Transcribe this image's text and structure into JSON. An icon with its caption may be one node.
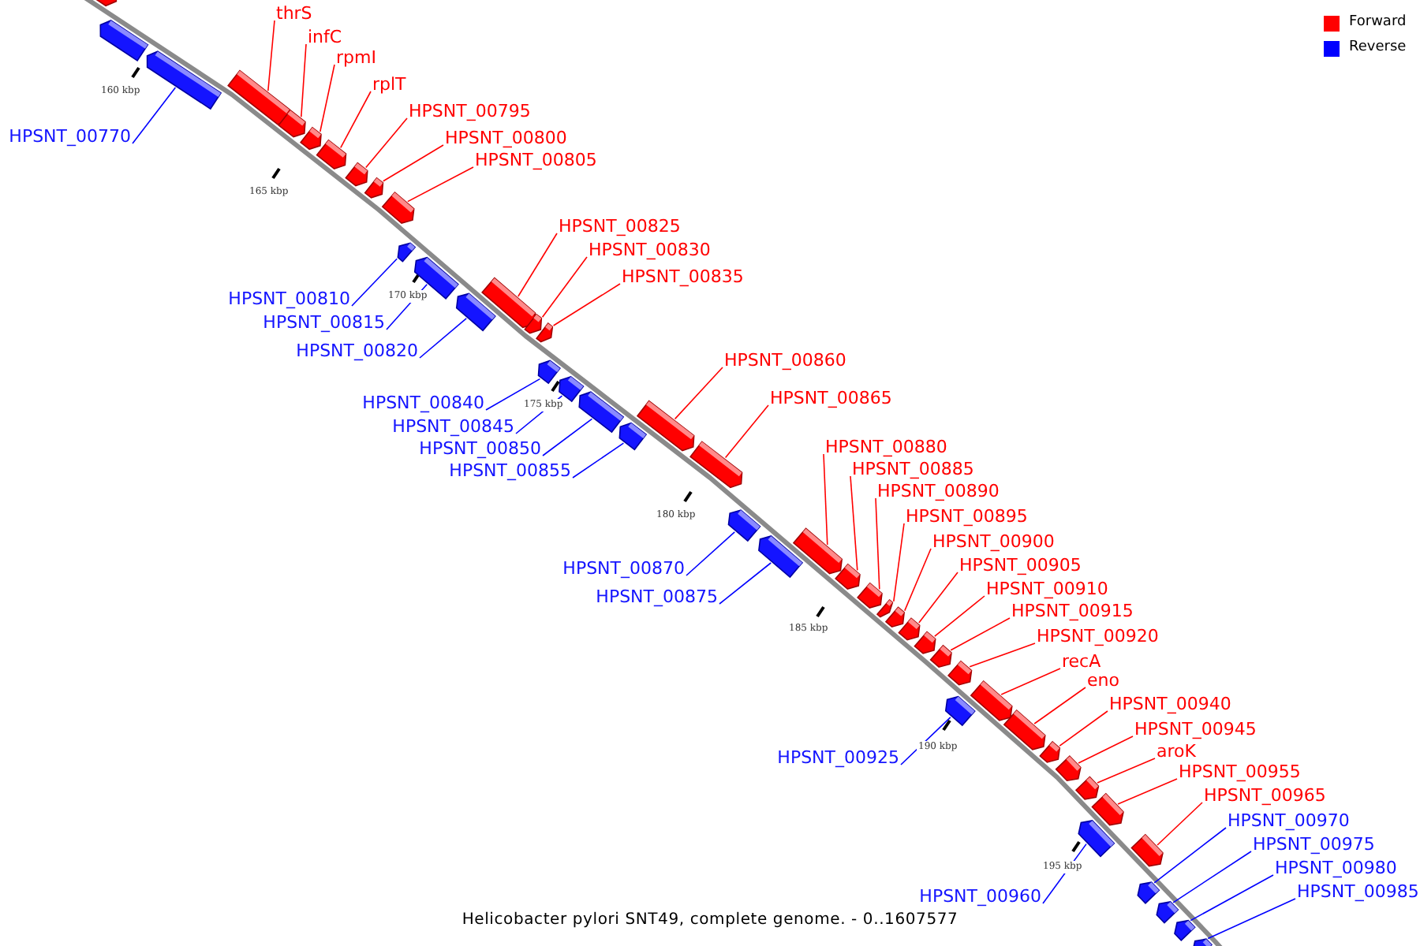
{
  "diagram": {
    "caption": "Helicobacter pylori SNT49, complete genome. - 0..1607577",
    "nodes": [
      {
        "text": [],
        "shape": "pentagon"
      },
      {
        "text": [],
        "shape": "pentagon"
      },
      {
        "text": [
          "HPSNT_00770"
        ]
      },
      {
        "text": [],
        "shape": "pentagon"
      },
      {
        "text": [
          "thrS"
        ]
      },
      {
        "text": [],
        "shape": "pentagon"
      },
      {
        "text": [
          "infC"
        ]
      },
      {
        "text": [],
        "shape": "pentagon"
      },
      {
        "text": [
          "rpmI"
        ]
      },
      {
        "text": [],
        "shape": "pentagon"
      },
      {
        "text": [
          "rplT"
        ]
      },
      {
        "text": [],
        "shape": "pentagon"
      },
      {
        "text": [
          "HPSNT_00795"
        ]
      },
      {
        "text": [],
        "shape": "pentagon"
      },
      {
        "text": [
          "HPSNT_00800"
        ]
      },
      {
        "text": [],
        "shape": "pentagon"
      },
      {
        "text": [
          "HPSNT_00805"
        ]
      },
      {
        "text": [],
        "shape": "pentagon"
      },
      {
        "text": [
          "HPSNT_00810"
        ]
      },
      {
        "text": [],
        "shape": "pentagon"
      },
      {
        "text": [
          "HPSNT_00815"
        ]
      },
      {
        "text": [],
        "shape": "pentagon"
      },
      {
        "text": [
          "HPSNT_00820"
        ]
      },
      {
        "text": [],
        "shape": "pentagon"
      },
      {
        "text": [
          "HPSNT_00825"
        ]
      },
      {
        "text": [],
        "shape": "pentagon"
      },
      {
        "text": [
          "HPSNT_00830"
        ]
      },
      {
        "text": [],
        "shape": "pentagon"
      },
      {
        "text": [
          "HPSNT_00835"
        ]
      },
      {
        "text": [],
        "shape": "pentagon"
      },
      {
        "text": [
          "HPSNT_00840"
        ]
      },
      {
        "text": [],
        "shape": "pentagon"
      },
      {
        "text": [
          "HPSNT_00845"
        ]
      },
      {
        "text": [],
        "shape": "pentagon"
      },
      {
        "text": [
          "HPSNT_00850"
        ]
      },
      {
        "text": [],
        "shape": "pentagon"
      },
      {
        "text": [
          "HPSNT_00855"
        ]
      },
      {
        "text": [],
        "shape": "pentagon"
      },
      {
        "text": [
          "HPSNT_00860"
        ]
      },
      {
        "text": [],
        "shape": "pentagon"
      },
      {
        "text": [
          "HPSNT_00865"
        ]
      },
      {
        "text": [],
        "shape": "pentagon"
      },
      {
        "text": [
          "HPSNT_00870"
        ]
      },
      {
        "text": [],
        "shape": "pentagon"
      },
      {
        "text": [
          "HPSNT_00875"
        ]
      },
      {
        "text": [],
        "shape": "pentagon"
      },
      {
        "text": [
          "HPSNT_00880"
        ]
      },
      {
        "text": [],
        "shape": "pentagon"
      },
      {
        "text": [
          "HPSNT_00885"
        ]
      },
      {
        "text": [],
        "shape": "pentagon"
      },
      {
        "text": [
          "HPSNT_00890"
        ]
      },
      {
        "text": [],
        "shape": "pentagon"
      },
      {
        "text": [
          "HPSNT_00895"
        ]
      },
      {
        "text": [],
        "shape": "pentagon"
      },
      {
        "text": [
          "HPSNT_00900"
        ]
      },
      {
        "text": [],
        "shape": "pentagon"
      },
      {
        "text": [
          "HPSNT_00905"
        ]
      },
      {
        "text": [],
        "shape": "pentagon"
      },
      {
        "text": [
          "HPSNT_00910"
        ]
      },
      {
        "text": [],
        "shape": "pentagon"
      },
      {
        "text": [
          "HPSNT_00915"
        ]
      },
      {
        "text": [],
        "shape": "pentagon"
      },
      {
        "text": [
          "HPSNT_00920"
        ]
      },
      {
        "text": [],
        "shape": "pentagon"
      },
      {
        "text": [
          "HPSNT_00925"
        ]
      },
      {
        "text": [],
        "shape": "pentagon"
      },
      {
        "text": [
          "recA"
        ]
      },
      {
        "text": [],
        "shape": "pentagon"
      },
      {
        "text": [
          "eno"
        ]
      },
      {
        "text": [],
        "shape": "pentagon"
      },
      {
        "text": [
          "HPSNT_00940"
        ]
      },
      {
        "text": [],
        "shape": "pentagon"
      },
      {
        "text": [
          "HPSNT_00945"
        ]
      },
      {
        "text": [],
        "shape": "pentagon"
      },
      {
        "text": [
          "aroK"
        ]
      },
      {
        "text": [],
        "shape": "pentagon"
      },
      {
        "text": [
          "HPSNT_00955"
        ]
      },
      {
        "text": [],
        "shape": "pentagon"
      },
      {
        "text": [
          "HPSNT_00960"
        ]
      },
      {
        "text": [],
        "shape": "pentagon"
      },
      {
        "text": [
          "HPSNT_00965"
        ]
      },
      {
        "text": [],
        "shape": "pentagon"
      },
      {
        "text": [
          "HPSNT_00970"
        ]
      },
      {
        "text": [],
        "shape": "pentagon"
      },
      {
        "text": [
          "HPSNT_00975"
        ]
      },
      {
        "text": [],
        "shape": "pentagon"
      },
      {
        "text": [
          "HPSNT_00980"
        ]
      },
      {
        "text": [],
        "shape": "pentagon"
      },
      {
        "text": [
          "HPSNT_00985"
        ]
      },
      {
        "text": [],
        "shape": "pentagon"
      }
    ],
    "edges": [
      {
        "from": 2,
        "to": 3,
        "arrow": "none",
        "color": "#0000ff"
      },
      {
        "from": 4,
        "to": 5,
        "arrow": "none"
      },
      {
        "from": 6,
        "to": 7,
        "arrow": "none"
      },
      {
        "from": 8,
        "to": 9,
        "arrow": "none"
      },
      {
        "from": 10,
        "to": 11,
        "arrow": "none"
      },
      {
        "from": 12,
        "to": 13,
        "arrow": "none"
      },
      {
        "from": 14,
        "to": 15,
        "arrow": "none"
      },
      {
        "from": 16,
        "to": 17,
        "arrow": "none"
      },
      {
        "from": 18,
        "to": 19,
        "arrow": "none",
        "color": "#0000ff"
      },
      {
        "from": 20,
        "to": 21,
        "arrow": "none",
        "color": "#0000ff"
      },
      {
        "from": 22,
        "to": 23,
        "arrow": "none",
        "color": "#0000ff"
      },
      {
        "from": 24,
        "to": 25,
        "arrow": "none"
      },
      {
        "from": 26,
        "to": 27,
        "arrow": "none"
      },
      {
        "from": 28,
        "to": 29,
        "arrow": "none"
      },
      {
        "from": 30,
        "to": 31,
        "arrow": "none",
        "color": "#0000ff"
      },
      {
        "from": 32,
        "to": 33,
        "arrow": "none",
        "color": "#0000ff"
      },
      {
        "from": 34,
        "to": 35,
        "arrow": "none",
        "color": "#0000ff"
      },
      {
        "from": 36,
        "to": 37,
        "arrow": "none",
        "color": "#0000ff"
      },
      {
        "from": 38,
        "to": 39,
        "arrow": "none"
      },
      {
        "from": 40,
        "to": 41,
        "arrow": "none"
      },
      {
        "from": 42,
        "to": 43,
        "arrow": "none",
        "color": "#0000ff"
      },
      {
        "from": 44,
        "to": 45,
        "arrow": "none",
        "color": "#0000ff"
      },
      {
        "from": 46,
        "to": 47,
        "arrow": "none"
      },
      {
        "from": 48,
        "to": 49,
        "arrow": "none"
      },
      {
        "from": 50,
        "to": 51,
        "arrow": "none"
      },
      {
        "from": 52,
        "to": 53,
        "arrow": "none"
      },
      {
        "from": 54,
        "to": 55,
        "arrow": "none"
      },
      {
        "from": 56,
        "to": 57,
        "arrow": "none"
      },
      {
        "from": 58,
        "to": 59,
        "arrow": "none"
      },
      {
        "from": 60,
        "to": 61,
        "arrow": "none"
      },
      {
        "from": 62,
        "to": 63,
        "arrow": "none"
      },
      {
        "from": 64,
        "to": 65,
        "arrow": "none",
        "color": "#0000ff"
      },
      {
        "from": 66,
        "to": 67,
        "arrow": "none"
      },
      {
        "from": 68,
        "to": 69,
        "arrow": "none"
      },
      {
        "from": 70,
        "to": 71,
        "arrow": "none"
      },
      {
        "from": 72,
        "to": 73,
        "arrow": "none"
      },
      {
        "from": 74,
        "to": 75,
        "arrow": "none"
      },
      {
        "from": 76,
        "to": 77,
        "arrow": "none"
      },
      {
        "from": 78,
        "to": 79,
        "arrow": "none",
        "color": "#0000ff"
      },
      {
        "from": 80,
        "to": 81,
        "arrow": "none"
      },
      {
        "from": 82,
        "to": 83,
        "arrow": "none",
        "color": "#0000ff"
      },
      {
        "from": 84,
        "to": 85,
        "arrow": "none",
        "color": "#0000ff"
      },
      {
        "from": 86,
        "to": 87,
        "arrow": "none",
        "color": "#0000ff"
      },
      {
        "from": 88,
        "to": 89,
        "arrow": "none",
        "color": "#0000ff"
      }
    ],
    "labels": [
      "160 kbp",
      "165 kbp",
      "170 kbp",
      "175 kbp",
      "180 kbp",
      "185 kbp",
      "190 kbp",
      "195 kbp"
    ],
    "legend": [
      {
        "text": "Forward",
        "color": "#ff0000"
      },
      {
        "text": "Reverse",
        "color": "#0000ff"
      }
    ]
  }
}
